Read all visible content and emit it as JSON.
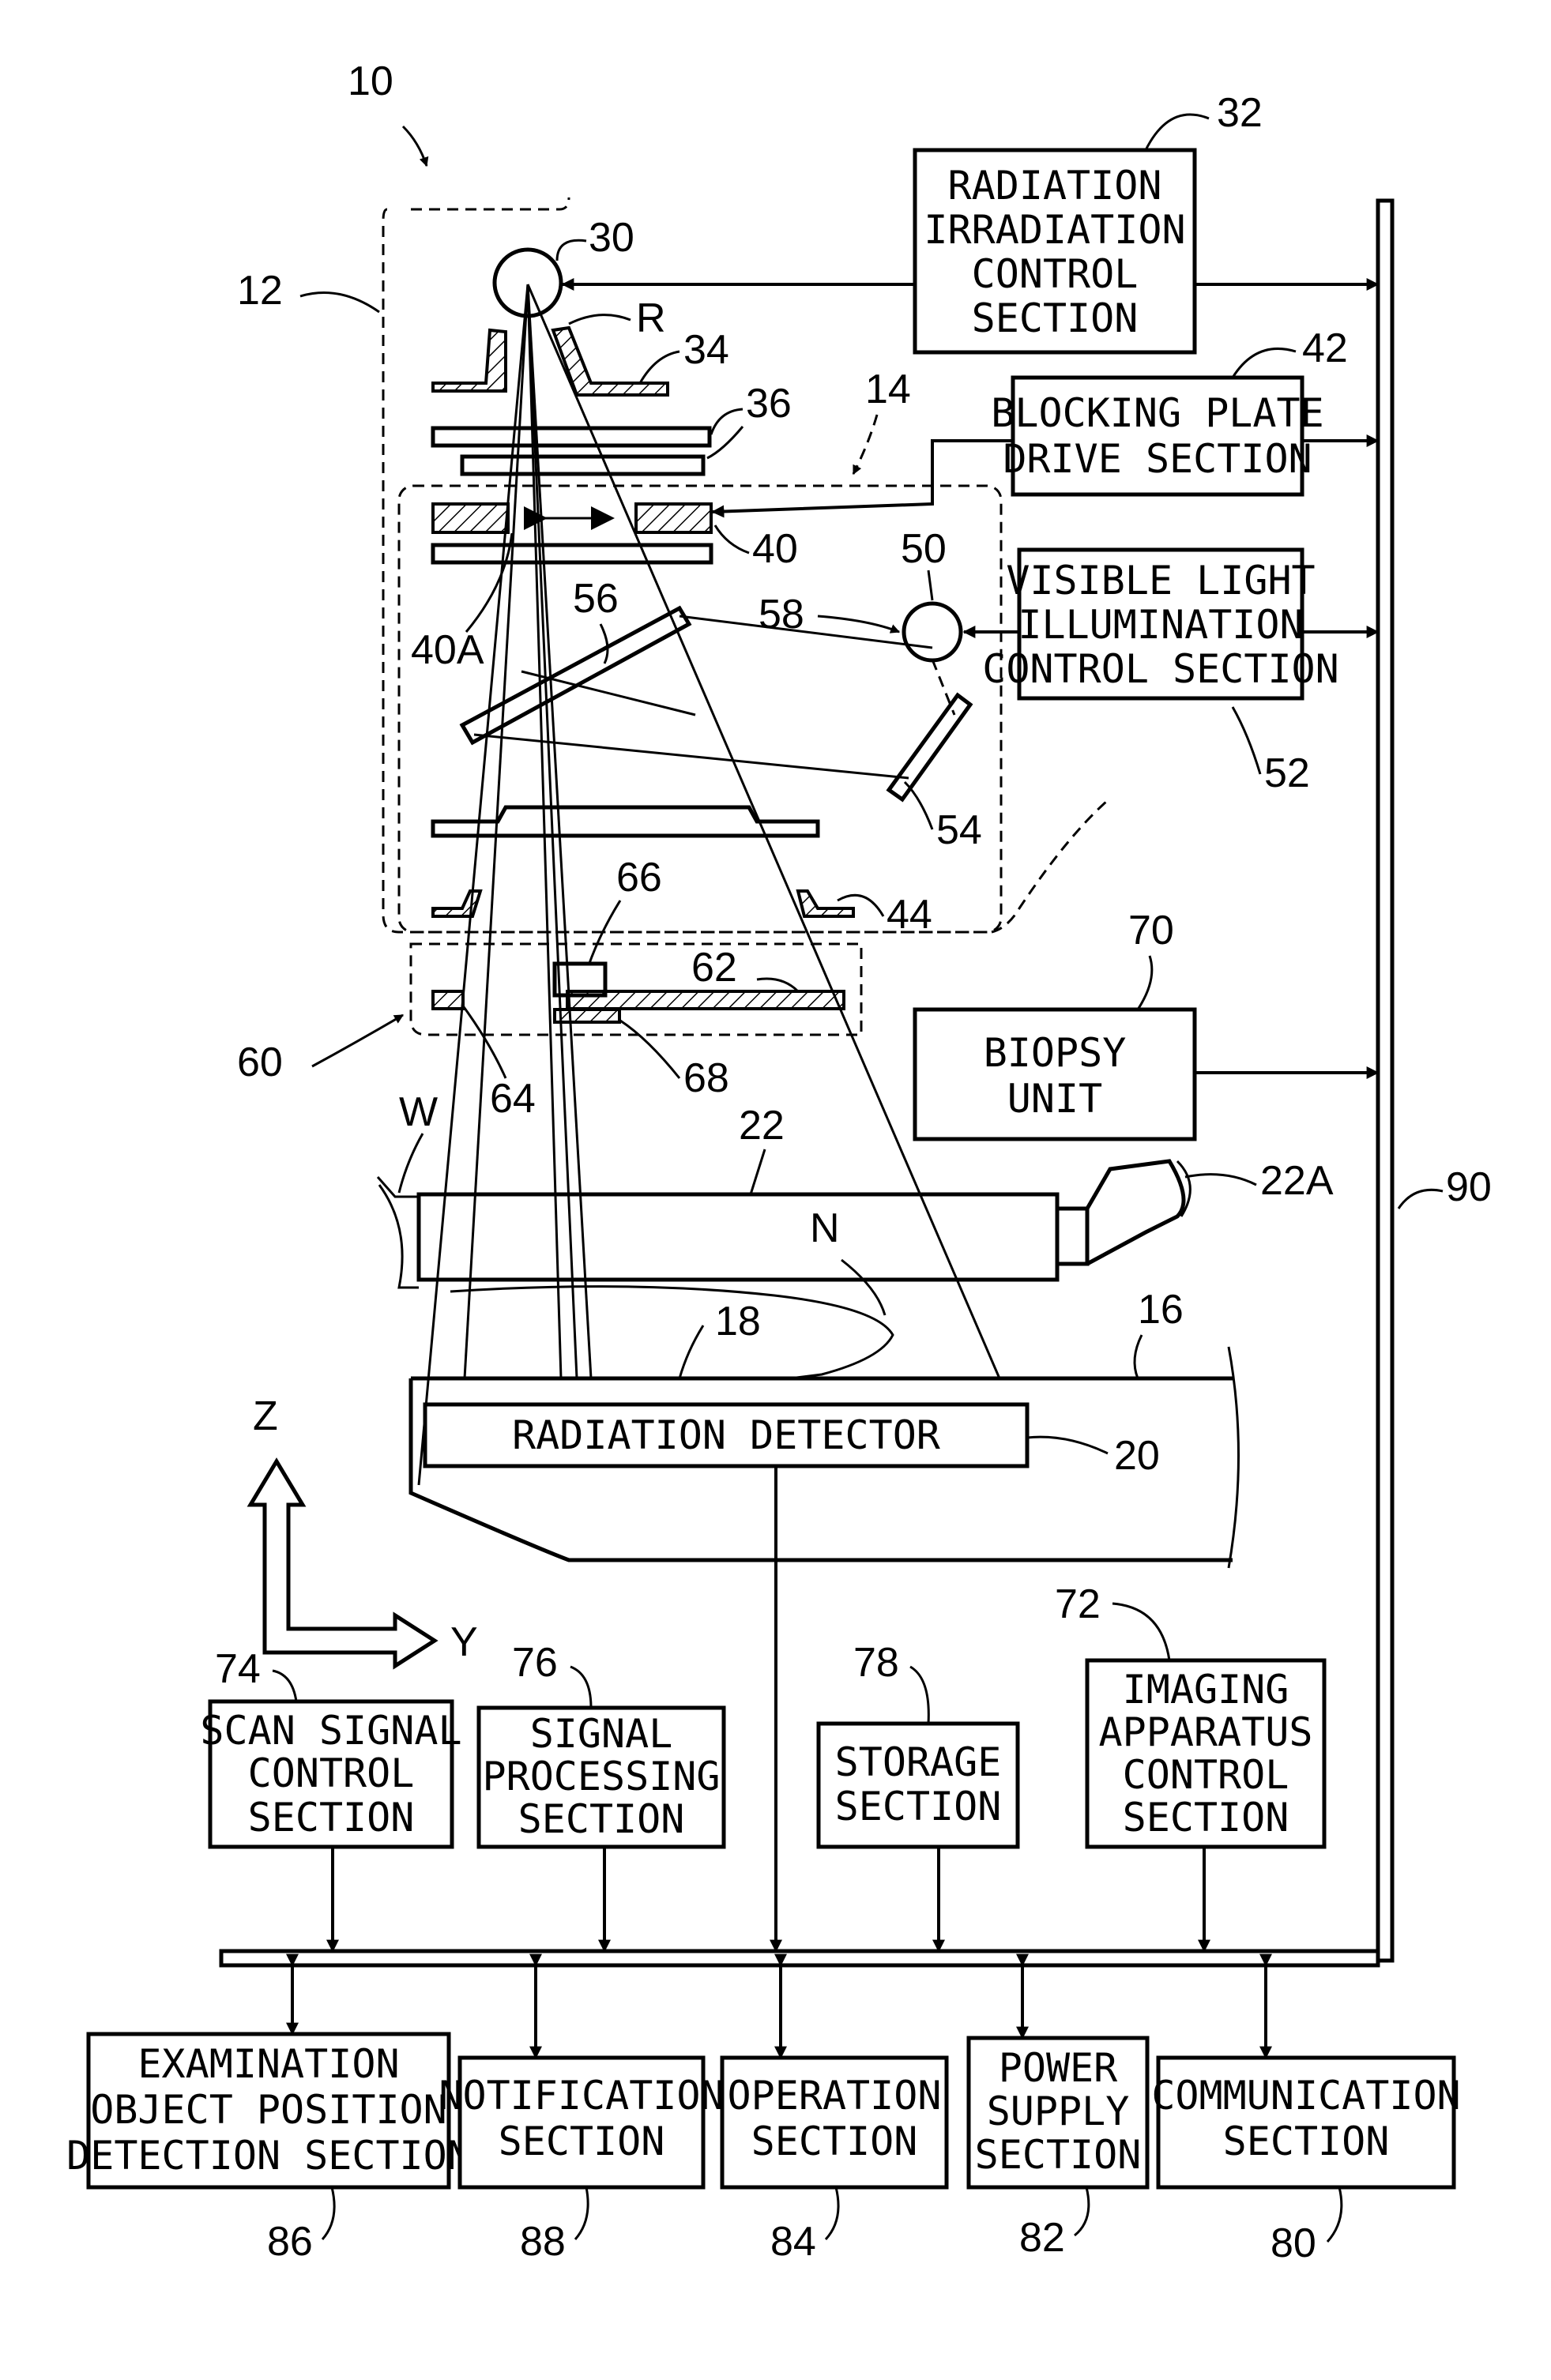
{
  "boxes": {
    "radiation_irradiation": [
      "RADIATION",
      "IRRADIATION",
      "CONTROL",
      "SECTION"
    ],
    "blocking_plate": [
      "BLOCKING PLATE",
      "DRIVE SECTION"
    ],
    "visible_light": [
      "VISIBLE LIGHT",
      "ILLUMINATION",
      "CONTROL SECTION"
    ],
    "biopsy_unit": [
      "BIOPSY",
      "UNIT"
    ],
    "radiation_detector": [
      "RADIATION DETECTOR"
    ],
    "scan_signal": [
      "SCAN SIGNAL",
      "CONTROL",
      "SECTION"
    ],
    "signal_processing": [
      "SIGNAL",
      "PROCESSING",
      "SECTION"
    ],
    "storage": [
      "STORAGE",
      "SECTION"
    ],
    "imaging_apparatus": [
      "IMAGING",
      "APPARATUS",
      "CONTROL",
      "SECTION"
    ],
    "examination": [
      "EXAMINATION",
      "OBJECT POSITION",
      "DETECTION SECTION"
    ],
    "notification": [
      "NOTIFICATION",
      "SECTION"
    ],
    "operation": [
      "OPERATION",
      "SECTION"
    ],
    "power_supply": [
      "POWER",
      "SUPPLY",
      "SECTION"
    ],
    "communication": [
      "COMMUNICATION",
      "SECTION"
    ]
  },
  "refs": {
    "r10": "10",
    "r12": "12",
    "r14": "14",
    "r16": "16",
    "r18": "18",
    "r20": "20",
    "r22": "22",
    "r22A": "22A",
    "r30": "30",
    "r32": "32",
    "r34": "34",
    "r36": "36",
    "r40": "40",
    "r40A": "40A",
    "r42": "42",
    "r44": "44",
    "r50": "50",
    "r52": "52",
    "r54": "54",
    "r56": "56",
    "r58": "58",
    "r60": "60",
    "r62": "62",
    "r64": "64",
    "r66": "66",
    "r68": "68",
    "r70": "70",
    "r72": "72",
    "r74": "74",
    "r76": "76",
    "r78": "78",
    "r80": "80",
    "r82": "82",
    "r84": "84",
    "r86": "86",
    "r88": "88",
    "r90": "90",
    "rR": "R",
    "rW": "W",
    "rN": "N",
    "rZ": "Z",
    "rY": "Y"
  }
}
